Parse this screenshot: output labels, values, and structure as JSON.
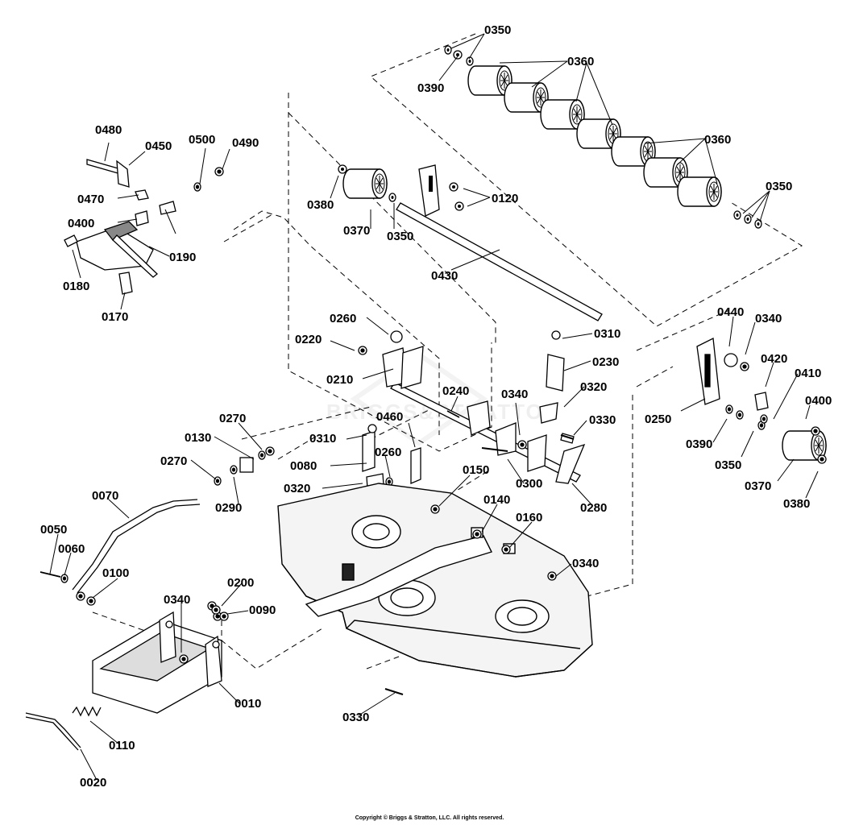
{
  "diagram": {
    "watermark": "BRIGGS&STRATTON",
    "copyright": "Copyright © Briggs & Stratton, LLC. All rights reserved.",
    "labels": [
      {
        "id": "0350",
        "text": "0350"
      },
      {
        "id": "0390",
        "text": "0390"
      },
      {
        "id": "0360",
        "text": "0360"
      },
      {
        "id": "0480",
        "text": "0480"
      },
      {
        "id": "0450",
        "text": "0450"
      },
      {
        "id": "0500",
        "text": "0500"
      },
      {
        "id": "0490",
        "text": "0490"
      },
      {
        "id": "0470",
        "text": "0470"
      },
      {
        "id": "0400",
        "text": "0400"
      },
      {
        "id": "0190",
        "text": "0190"
      },
      {
        "id": "0180",
        "text": "0180"
      },
      {
        "id": "0170",
        "text": "0170"
      },
      {
        "id": "0380",
        "text": "0380"
      },
      {
        "id": "0370",
        "text": "0370"
      },
      {
        "id": "0120",
        "text": "0120"
      },
      {
        "id": "0430",
        "text": "0430"
      },
      {
        "id": "0260",
        "text": "0260"
      },
      {
        "id": "0220",
        "text": "0220"
      },
      {
        "id": "0210",
        "text": "0210"
      },
      {
        "id": "0240",
        "text": "0240"
      },
      {
        "id": "0310",
        "text": "0310"
      },
      {
        "id": "0230",
        "text": "0230"
      },
      {
        "id": "0340",
        "text": "0340"
      },
      {
        "id": "0320",
        "text": "0320"
      },
      {
        "id": "0460",
        "text": "0460"
      },
      {
        "id": "0330",
        "text": "0330"
      },
      {
        "id": "0440",
        "text": "0440"
      },
      {
        "id": "0420",
        "text": "0420"
      },
      {
        "id": "0410",
        "text": "0410"
      },
      {
        "id": "0250",
        "text": "0250"
      },
      {
        "id": "0270",
        "text": "0270"
      },
      {
        "id": "0130",
        "text": "0130"
      },
      {
        "id": "0290",
        "text": "0290"
      },
      {
        "id": "0080",
        "text": "0080"
      },
      {
        "id": "0300",
        "text": "0300"
      },
      {
        "id": "0280",
        "text": "0280"
      },
      {
        "id": "0150",
        "text": "0150"
      },
      {
        "id": "0070",
        "text": "0070"
      },
      {
        "id": "0140",
        "text": "0140"
      },
      {
        "id": "0160",
        "text": "0160"
      },
      {
        "id": "0050",
        "text": "0050"
      },
      {
        "id": "0060",
        "text": "0060"
      },
      {
        "id": "0100",
        "text": "0100"
      },
      {
        "id": "0200",
        "text": "0200"
      },
      {
        "id": "0090",
        "text": "0090"
      },
      {
        "id": "0010",
        "text": "0010"
      },
      {
        "id": "0110",
        "text": "0110"
      },
      {
        "id": "0020",
        "text": "0020"
      }
    ]
  }
}
